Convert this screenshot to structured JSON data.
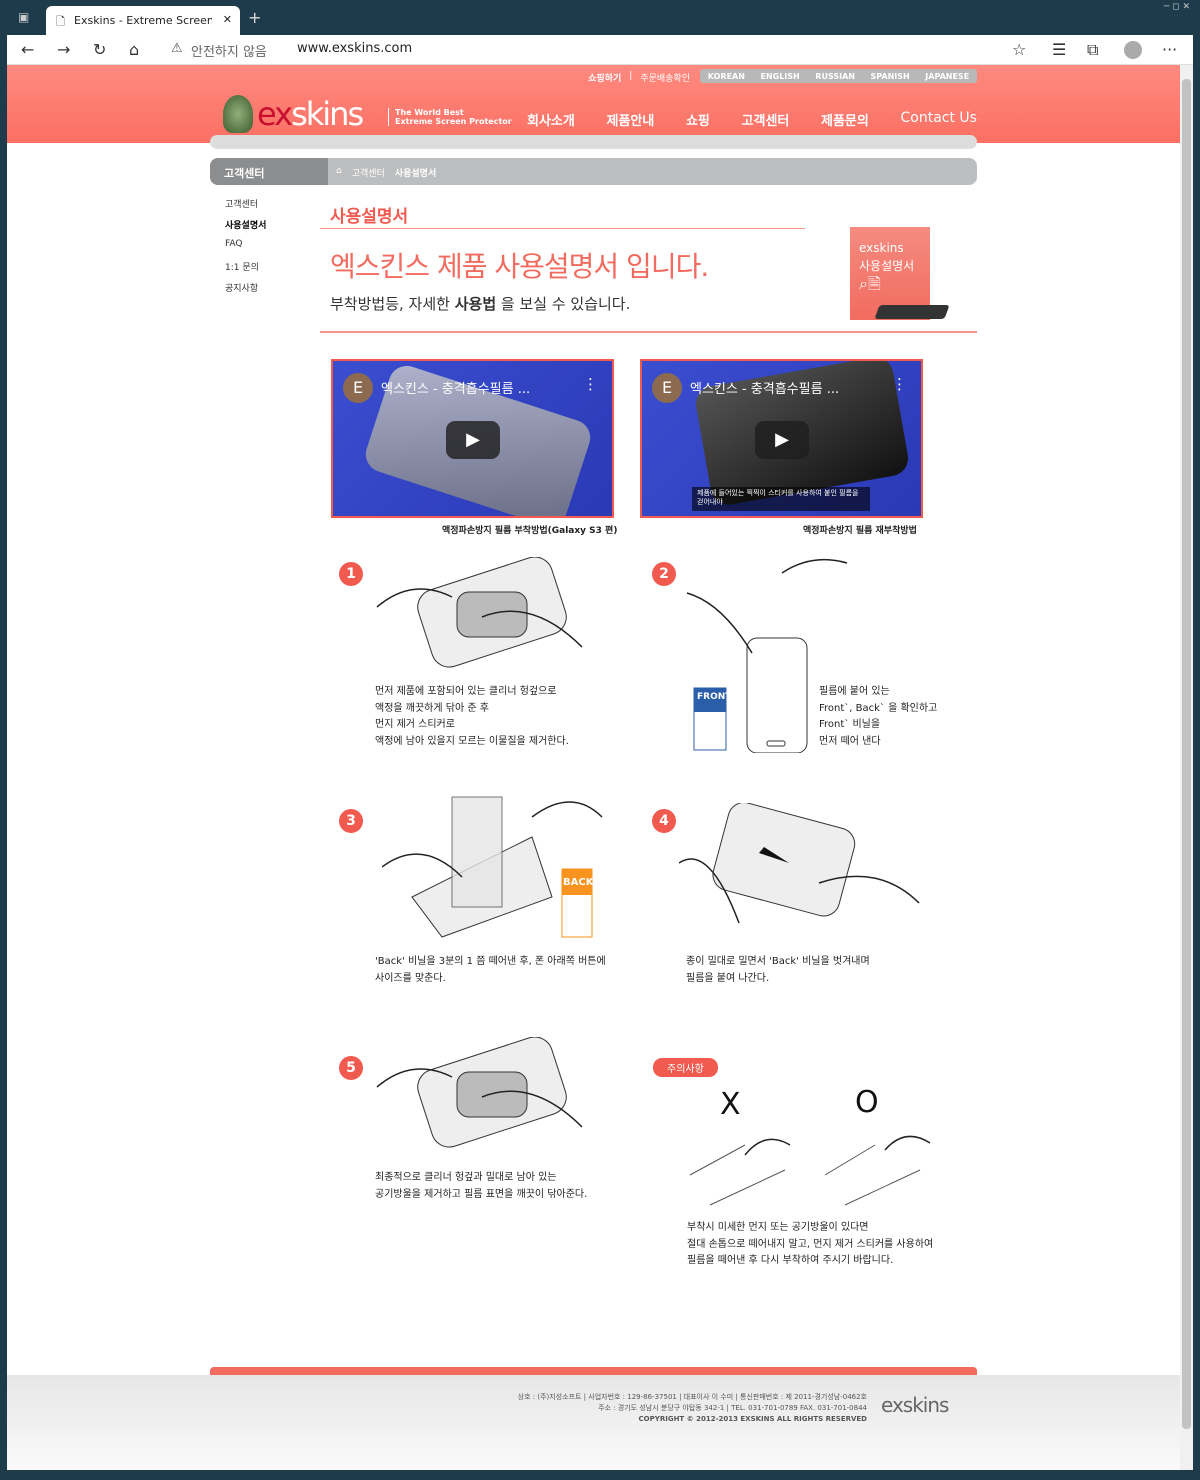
{
  "browser": {
    "tab_title": "Exskins - Extreme Screen Protect",
    "security": "안전하지 않음",
    "url": "www.exskins.com"
  },
  "header": {
    "top_links": [
      "쇼핑하기",
      "주문배송확인"
    ],
    "languages": [
      "KOREAN",
      "ENGLISH",
      "RUSSIAN",
      "SPANISH",
      "JAPANESE"
    ],
    "logo_ex": "ex",
    "logo_skins": "skins",
    "tagline1": "The World Best",
    "tagline2": "Extreme Screen Protector",
    "nav": [
      "회사소개",
      "제품안내",
      "쇼핑",
      "고객센터",
      "제품문의",
      "Contact Us"
    ]
  },
  "breadcrumb": {
    "section": "고객센터",
    "path": [
      "고객센터",
      "사용설명서"
    ]
  },
  "sidebar": [
    "고객센터",
    "사용설명서",
    "FAQ",
    "1:1 문의",
    "공지사항"
  ],
  "main": {
    "title": "사용설명서",
    "headline": "엑스킨스 제품 사용설명서 입니다.",
    "sub_pre": "부착방법등, 자세한 ",
    "sub_bold": "사용법",
    "sub_post": " 을 보실 수 있습니다.",
    "badge1": "exskins",
    "badge2": "사용설명서"
  },
  "videos": [
    {
      "title": "엑스킨스 - 충격흡수필름 ...",
      "avatar": "E",
      "caption": "액정파손방지 필름 부착방법(Galaxy S3 편)"
    },
    {
      "title": "엑스킨스 - 충격흡수필름 ...",
      "avatar": "E",
      "caption": "액정파손방지 필름 재부착방법",
      "subtitle": "제품에 들어있는 찍찍이 스티커를 사용하여 붙인 필름을 걷어내야"
    }
  ],
  "steps": [
    {
      "n": "1",
      "lines": [
        "먼저 제품에 포함되어 있는 클리너 헝겊으로",
        "액정을 깨끗하게 닦아 준 후",
        "먼지 제거 스티커로",
        "액정에 남아 있을지 모르는 이물질을 제거한다."
      ]
    },
    {
      "n": "2",
      "lines": [
        "필름에 붙어 있는",
        "Front`, Back` 을 확인하고",
        "Front` 비닐을",
        "먼저 떼어 낸다"
      ],
      "label": "FRONT"
    },
    {
      "n": "3",
      "lines": [
        "'Back' 비닐을 3분의 1 쯤 떼어낸 후, 폰 아래쪽 버튼에",
        "사이즈를 맞춘다."
      ],
      "label": "BACK"
    },
    {
      "n": "4",
      "lines": [
        "종이 밀대로 밀면서  'Back' 비닐을 벗겨내며",
        "필름을 붙여 나간다."
      ]
    },
    {
      "n": "5",
      "lines": [
        "최종적으로 클리너 헝겊과 밀대로 남아 있는",
        "공기방울을 제거하고 필름 표면을 깨끗이 닦아준다."
      ]
    }
  ],
  "caution": {
    "label": "주의사항",
    "x": "X",
    "o": "O",
    "lines": [
      "부착시 미세한 먼지 또는 공기방울이 있다면",
      "절대 손톱으로 떼어내지 말고, 먼지 제거 스티커를 사용하여",
      "필름을 떼어낸 후  다시 부착하여 주시기 바랍니다."
    ]
  },
  "footer": {
    "line1": "상호 : (주)지성소프트  |  사업자번호 : 129-86-37501  |  대표이사 이 수미  |  통신판매번호 : 제 2011-경기성남-0462호",
    "line2": "주소 : 경기도 성남시 분당구 야탑동 342-1  |  TEL. 031-701-0789   FAX. 031-701-0844",
    "line3": "COPYRIGHT © 2012-2013  EXSKINS ALL RIGHTS RESERVED",
    "logo": "exskins"
  }
}
